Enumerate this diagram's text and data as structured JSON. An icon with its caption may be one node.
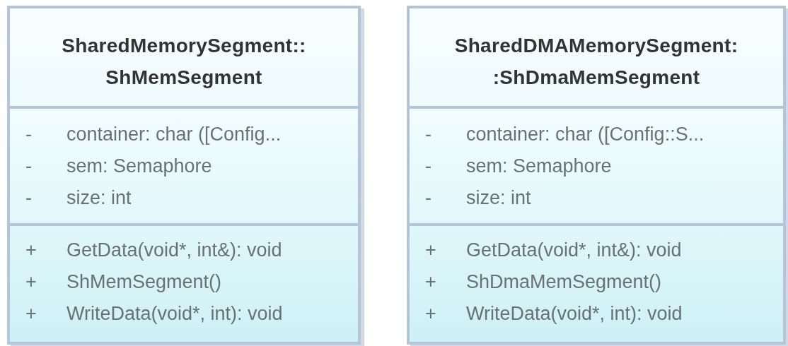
{
  "diagram": {
    "nodes": [
      {
        "text": [
          "SharedMemorySegment:: ShMemSegment"
        ]
      },
      {
        "text": [
          "-",
          "container: char ([Config...",
          "-",
          "sem: Semaphore",
          "-",
          "size: int"
        ],
        "in": 0
      },
      {
        "text": [
          "+",
          "GetData(void*, int&): void",
          "+",
          "ShMemSegment()",
          "+",
          "WriteData(void*, int): void"
        ],
        "in": 0
      },
      {
        "text": [
          "SharedDMAMemorySegment: :ShDmaMemSegment"
        ]
      },
      {
        "text": [
          "-",
          "container: char ([Config::S...",
          "-",
          "sem: Semaphore",
          "-",
          "size: int"
        ],
        "in": 3
      },
      {
        "text": [
          "+",
          "GetData(void*, int&): void",
          "+",
          "ShDmaMemSegment()",
          "+",
          "WriteData(void*, int): void"
        ],
        "in": 3
      }
    ]
  }
}
